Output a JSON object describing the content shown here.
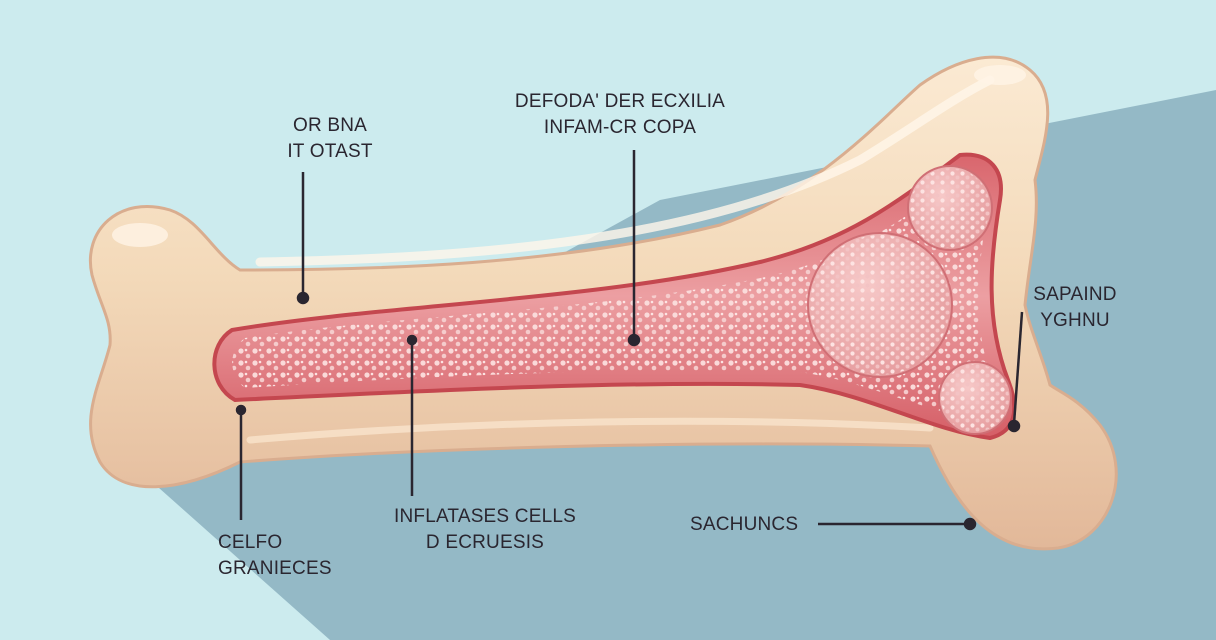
{
  "labels": {
    "top_left": {
      "line1": "OR BNA",
      "line2": "IT OTAST"
    },
    "top_center": {
      "line1": "DEFODA' DER ECXILIA",
      "line2": "INFAM-CR COPA"
    },
    "right": {
      "line1": "SAPAIND",
      "line2": "YGHNU"
    },
    "bottom_left": {
      "line1": "CELFO",
      "line2": "GRANIECES"
    },
    "bottom_center": {
      "line1": "INFLATASES CELLS",
      "line2": "D ECRUESIS"
    },
    "bottom_right": {
      "line1": "SACHUNCS"
    }
  },
  "colors": {
    "background": "#ccebee",
    "shadow": "#94b9c6",
    "bone": "#f3d9b9",
    "bone_edge": "#d9ad8f",
    "cavity": "#e9999c",
    "cavity_rim": "#c4474f",
    "leader": "#2a2630"
  }
}
